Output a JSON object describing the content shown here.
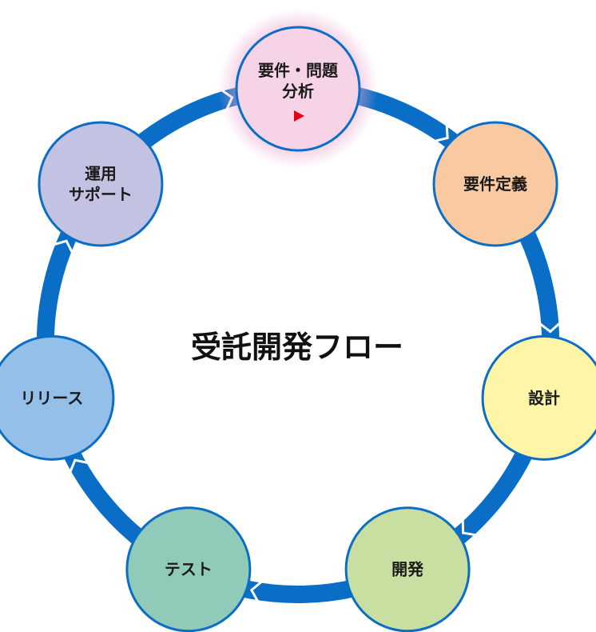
{
  "diagram": {
    "title": "受託開発フロー",
    "ring_color": "#0a6ec6",
    "highlight_glow_color": "#e9a6cf",
    "active_marker_color": "#e60012",
    "nodes": [
      {
        "lines": [
          "要件・問題",
          "分析"
        ],
        "color": "#f6d3e6",
        "active": true
      },
      {
        "lines": [
          "要件定義"
        ],
        "color": "#f9caa1"
      },
      {
        "lines": [
          "設計"
        ],
        "color": "#fff5a6"
      },
      {
        "lines": [
          "開発"
        ],
        "color": "#c9dfa2"
      },
      {
        "lines": [
          "テスト"
        ],
        "color": "#8fcbb8"
      },
      {
        "lines": [
          "リリース"
        ],
        "color": "#93bfe8"
      },
      {
        "lines": [
          "運用",
          "サポート"
        ],
        "color": "#c4c2e2"
      }
    ]
  }
}
